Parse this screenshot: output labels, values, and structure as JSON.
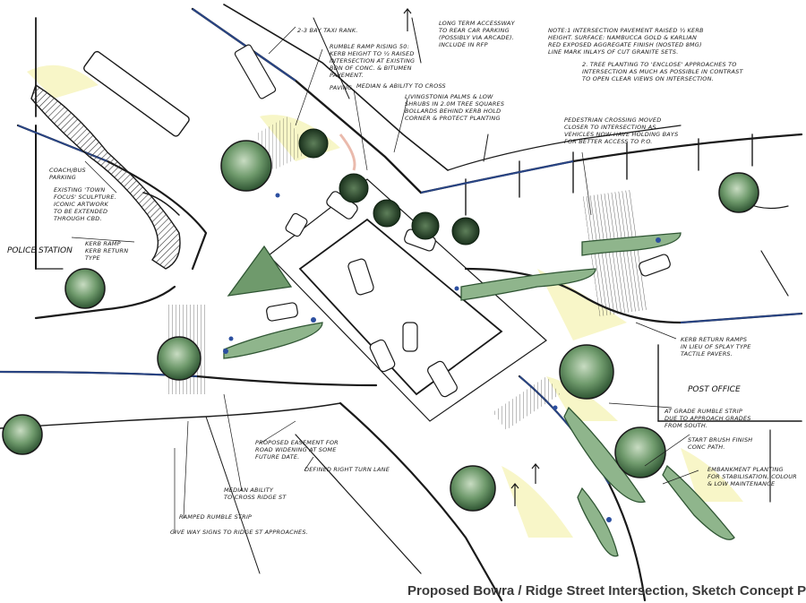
{
  "caption": "Proposed Bowra / Ridge Street Intersection, Sketch Concept Plan.",
  "notes": {
    "taxi_rank": "2-3 BAY TAXI RANK.",
    "long_term_accessway": "LONG TERM ACCESSWAY\nTO REAR CAR PARKING\n(POSSIBLY VIA ARCADE).\nINCLUDE IN RFP",
    "note_1": "NOTE:1 INTERSECTION PAVEMENT RAISED ½ KERB\nHEIGHT. SURFACE: NAMBUCCA GOLD & KARLIAN\nRED EXPOSED AGGREGATE FINISH (NOSTED 8MG)\nLINE MARK INLAYS OF CUT GRANITE SETS.",
    "note_2": "2. TREE PLANTING TO 'ENCLOSE' APPROACHES TO\nINTERSECTION AS MUCH AS POSSIBLE IN CONTRAST\nTO OPEN CLEAR VIEWS ON INTERSECTION.",
    "rumble_ramp": "RUMBLE RAMP RISING 50:\nKERB HEIGHT TO ½ RAISED\nINTERSECTION AT EXISTING\nBDN OF CONC. & BITUMEN\nPAVEMENT.",
    "paving": "PAVING",
    "median_ability": "MEDIAN & ABILITY TO CROSS",
    "livingstonia": "LIVINGSTONIA PALMS & LOW\nSHRUBS IN 2.0M TREE SQUARES\nBOLLARDS BEHIND KERB HOLD\nCORNER & PROTECT PLANTING",
    "pedestrian_crossing": "PEDESTRIAN CROSSING MOVED\nCLOSER TO INTERSECTION AS\nVEHICLES NOW HAVE HOLDING BAYS\nFOR BETTER ACCESS TO P.O.",
    "coach_bus": "COACH/BUS\nPARKING",
    "existing_town_focus": "EXISTING 'TOWN\nFOCUS' SCULPTURE.\nICONIC ARTWORK\nTO BE EXTENDED\nTHROUGH CBD.",
    "kerb_ramp": "KERB RAMP\nKERB RETURN\nTYPE",
    "police_station": "POLICE\nSTATION",
    "kerb_return_ramps": "KERB RETURN RAMPS\nIN LIEU OF SPLAY TYPE\nTACTILE PAVERS.",
    "post_office": "POST OFFICE",
    "at_grade_rumble": "AT GRADE RUMBLE STRIP\nDUE TO APPROACH GRADES\nFROM SOUTH.",
    "start_brush": "START BRUSH FINISH\nCONC PATH.",
    "embankment": "EMBANKMENT PLANTING\nFOR STABILISATION, COLOUR\n& LOW MAINTENANCE",
    "proposed_easement": "PROPOSED EASEMENT FOR\nROAD WIDENING AT SOME\nFUTURE DATE.",
    "defined_right_turn": "DEFINED RIGHT TURN LANE",
    "median_ability_ridge": "MEDIAN ABILITY\nTO CROSS RIDGE ST",
    "ramped_rumble": "RAMPED RUMBLE STRIP",
    "give_way": "GIVE WAY SIGNS TO RIDGE ST APPROACHES."
  },
  "colors": {
    "ink": "#1a1a1a",
    "tree_green": "#4f7a52",
    "tree_light": "#8fb58c",
    "road_blue": "#2c4fa0",
    "yellow_wash": "#f2ef9a",
    "red_wash": "#d9826a",
    "dark_palm": "#1f3a22"
  }
}
